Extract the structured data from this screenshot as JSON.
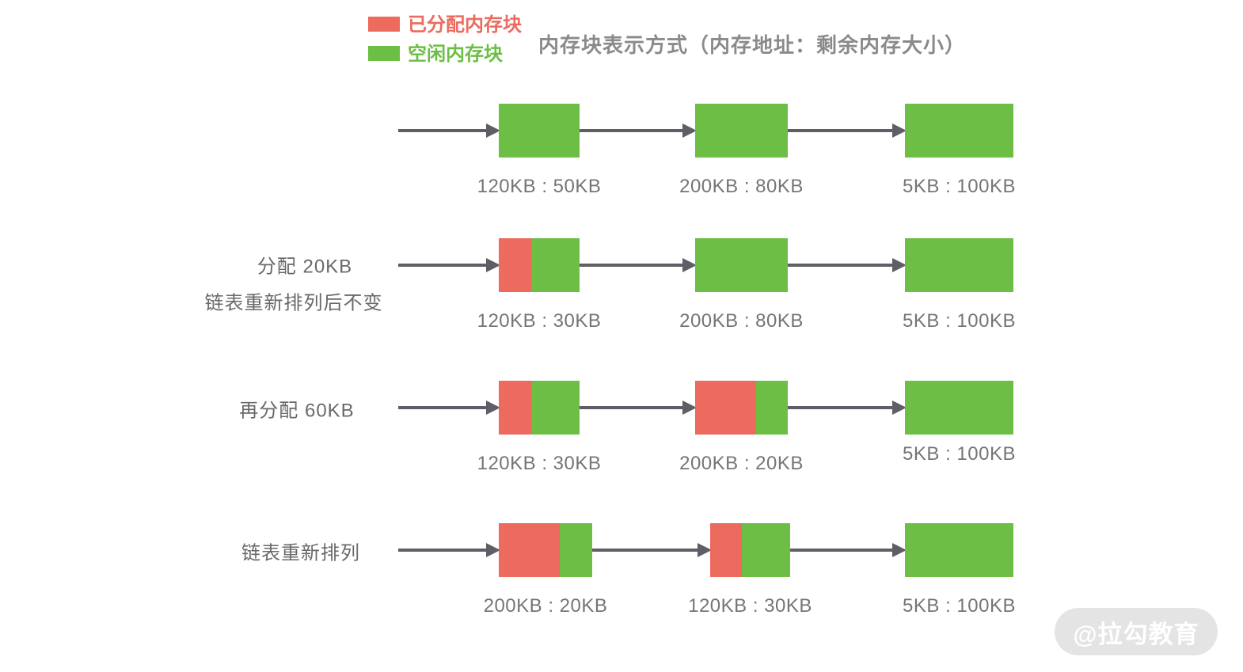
{
  "title": "内存块表示方式（内存地址：剩余内存大小）",
  "legend": {
    "items": [
      {
        "name": "allocated",
        "label": "已分配内存块",
        "color": "#EC6A5E"
      },
      {
        "name": "free",
        "label": "空闲内存块",
        "color": "#6CBE45"
      }
    ]
  },
  "colors": {
    "allocated": "#EC6A5E",
    "free": "#6CBE45",
    "arrow": "#5E5E66",
    "caption_text": "#757575",
    "title_text": "#8A8A8A",
    "row_label_text": "#696969",
    "watermark_bg": "#E4E4E4",
    "watermark_text": "#FFFFFF"
  },
  "rows": [
    {
      "label_lines": [],
      "blocks": [
        {
          "caption": "120KB : 50KB",
          "allocated_pct": 0
        },
        {
          "caption": "200KB : 80KB",
          "allocated_pct": 0
        },
        {
          "caption": "5KB : 100KB",
          "allocated_pct": 0
        }
      ]
    },
    {
      "label_lines": [
        "分配 20KB",
        "链表重新排列后不变"
      ],
      "blocks": [
        {
          "caption": "120KB : 30KB",
          "allocated_pct": 40
        },
        {
          "caption": "200KB : 80KB",
          "allocated_pct": 0
        },
        {
          "caption": "5KB : 100KB",
          "allocated_pct": 0
        }
      ]
    },
    {
      "label_lines": [
        "再分配 60KB"
      ],
      "blocks": [
        {
          "caption": "120KB : 30KB",
          "allocated_pct": 40
        },
        {
          "caption": "200KB : 20KB",
          "allocated_pct": 66
        },
        {
          "caption": "5KB : 100KB",
          "allocated_pct": 0
        }
      ]
    },
    {
      "label_lines": [
        "链表重新排列"
      ],
      "blocks": [
        {
          "caption": "200KB : 20KB",
          "allocated_pct": 65
        },
        {
          "caption": "120KB : 30KB",
          "allocated_pct": 40
        },
        {
          "caption": "5KB : 100KB",
          "allocated_pct": 0
        }
      ]
    }
  ],
  "watermark": {
    "label": "@拉勾教育"
  }
}
